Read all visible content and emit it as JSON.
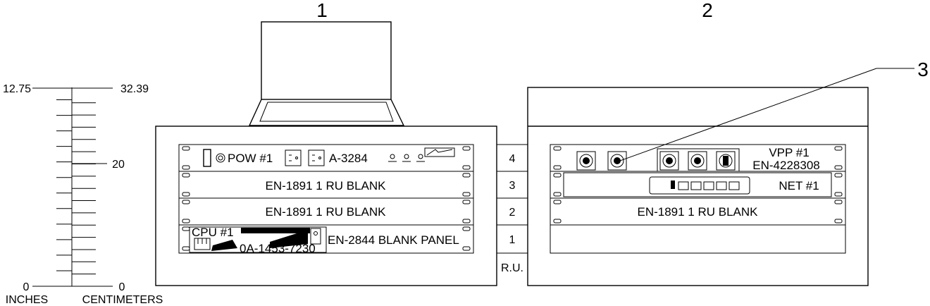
{
  "callouts": {
    "c1": "1",
    "c2": "2",
    "c3": "3"
  },
  "scale": {
    "inches_top": "12.75",
    "cm_top": "32.39",
    "cm_mid": "20",
    "inches_bottom": "0",
    "cm_bottom": "0",
    "inches_label": "INCHES",
    "cm_label": "CENTIMETERS"
  },
  "ru": {
    "u4": "4",
    "u3": "3",
    "u2": "2",
    "u1": "1",
    "label": "R.U."
  },
  "rack1": {
    "power_label": "POW #1",
    "power_part": "A-3284",
    "blank3": "EN-1891 1 RU BLANK",
    "blank2": "EN-1891 1 RU BLANK",
    "cpu_label": "CPU #1",
    "cpu_part": "0A-1453-7230",
    "blank_panel": "EN-2844 BLANK PANEL"
  },
  "rack2": {
    "vpp_label": "VPP #1",
    "vpp_part": "EN-4228308",
    "net_label": "NET #1",
    "blank2": "EN-1891 1 RU BLANK"
  }
}
